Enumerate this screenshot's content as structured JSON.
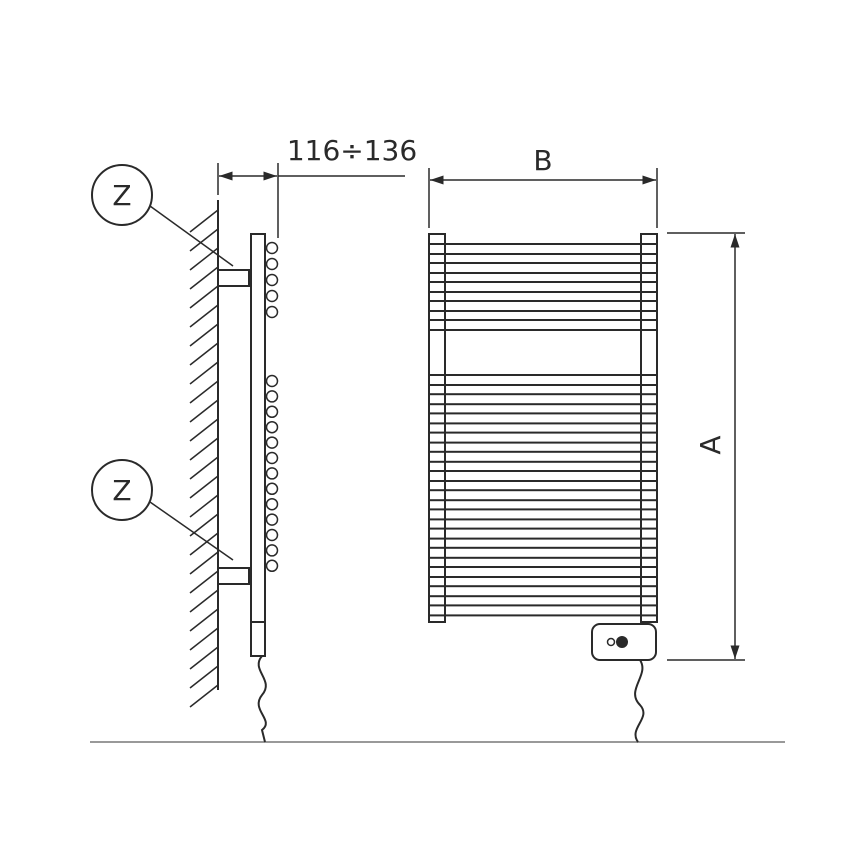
{
  "labels": {
    "depth_dimension": "116÷136",
    "width_dimension": "B",
    "height_dimension": "A",
    "bracket_upper": "Z",
    "bracket_lower": "Z"
  },
  "colors": {
    "line": "#2a2a2a",
    "floor": "#999999"
  }
}
